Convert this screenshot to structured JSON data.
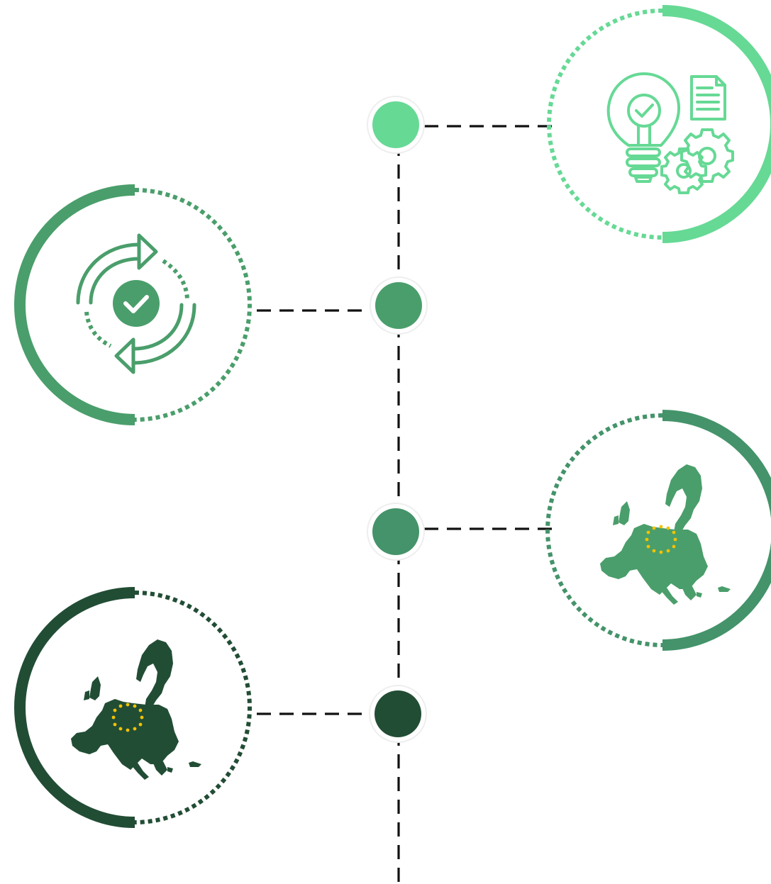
{
  "colors": {
    "background": "#ffffff",
    "connector": "#111111",
    "light_green": "#66D995",
    "mid_green": "#4A9E6B",
    "mid_green_2": "#44936A",
    "dark_green": "#224D35",
    "eu_star": "#F2C200"
  },
  "timeline": {
    "nodes": [
      {
        "id": "node-1",
        "color": "#66D995",
        "side": "right",
        "icon": "lightbulb-gears-document-icon"
      },
      {
        "id": "node-2",
        "color": "#4A9E6B",
        "side": "left",
        "icon": "cycle-check-icon"
      },
      {
        "id": "node-3",
        "color": "#44936A",
        "side": "right",
        "icon": "europe-map-icon"
      },
      {
        "id": "node-4",
        "color": "#224D35",
        "side": "left",
        "icon": "europe-map-icon"
      }
    ]
  }
}
